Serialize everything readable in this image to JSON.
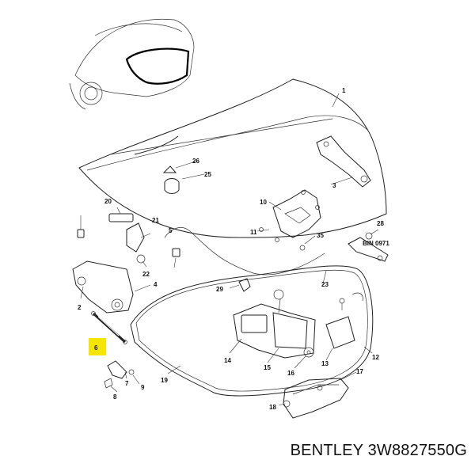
{
  "caption": {
    "brand": "BENTLEY",
    "part_number": "3W8827550G"
  },
  "colors": {
    "highlight": "#f5e600",
    "line": "#222222"
  },
  "callouts": {
    "c1": "1",
    "c2": "2",
    "c3": "3",
    "c4": "4",
    "c5": "5",
    "c6": "6",
    "c7": "7",
    "c8": "8",
    "c9": "9",
    "c10": "10",
    "c11": "11",
    "c12": "12",
    "c13": "13",
    "c14": "14",
    "c15": "15",
    "c16": "16",
    "c17": "17",
    "c18": "18",
    "c19": "19",
    "c20": "20",
    "c21": "21",
    "c22": "22",
    "c23": "23",
    "c25": "25",
    "c26": "26",
    "c28": "28",
    "c29": "29",
    "c35": "35",
    "c_bin": "BIN 0971"
  }
}
